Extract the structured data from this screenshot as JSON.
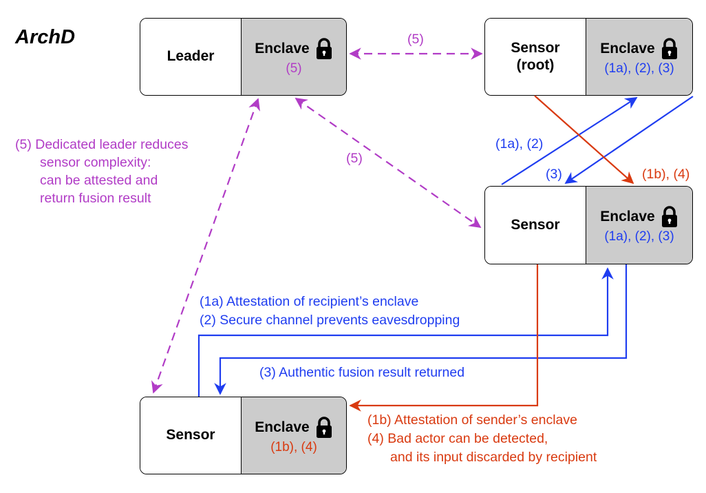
{
  "title": "ArchD",
  "enclave_label": "Enclave",
  "nodes": {
    "leader": {
      "name": "Leader",
      "enclave_steps": "(5)"
    },
    "sensor_root": {
      "name": "Sensor\n(root)",
      "enclave_steps": "(1a), (2), (3)"
    },
    "sensor_mid": {
      "name": "Sensor",
      "enclave_steps": "(1a), (2), (3)"
    },
    "sensor_bottom": {
      "name": "Sensor",
      "enclave_steps": "(1b), (4)"
    }
  },
  "labels": {
    "five_top": "(5)",
    "five_mid": "(5)",
    "blue_1a2": "(1a), (2)",
    "blue_3": "(3)",
    "red_1b4": "(1b), (4)",
    "purple_note": [
      "(5) Dedicated leader reduces",
      "sensor complexity:",
      "can be attested and",
      "return fusion result"
    ],
    "blue_note_1": "(1a) Attestation of recipient’s enclave",
    "blue_note_2": "(2) Secure channel prevents eavesdropping",
    "blue_note_3": "(3) Authentic fusion result returned",
    "red_note_1": "(1b) Attestation of sender’s enclave",
    "red_note_2": "(4) Bad actor can be detected,",
    "red_note_3": "and its input discarded by recipient"
  },
  "colors": {
    "blue": "#1f3df0",
    "red": "#d93a10",
    "purple": "#b13cc6",
    "enclave_fill": "#cccccc"
  },
  "icons": {
    "enclave": "lock-icon"
  }
}
